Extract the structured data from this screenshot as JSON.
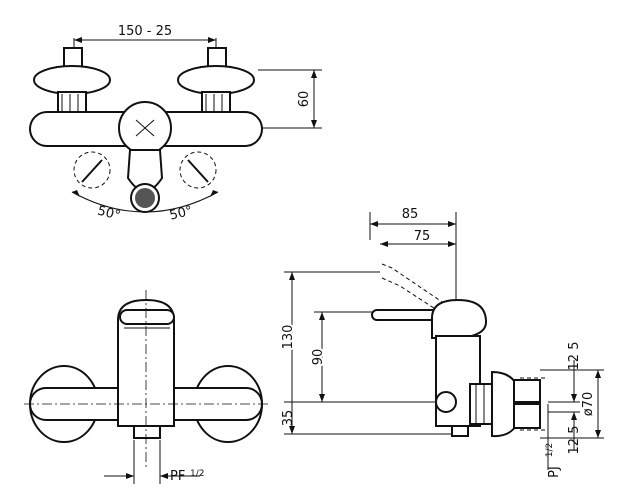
{
  "dimensions": {
    "top_width": "150 - 25",
    "top_height": "60",
    "angle_left": "50°",
    "angle_right": "50°",
    "pipe_thread": "PF",
    "pipe_thread_fraction": "1/2",
    "lever_reach_outer": "85",
    "lever_reach_inner": "75",
    "total_height": "130",
    "lever_height": "90",
    "base_height": "35",
    "flange_offset_top": "12 5",
    "flange_offset_bottom": "12 5",
    "flange_diameter": "ø70",
    "connection_thread": "PJ",
    "connection_thread_fraction": "1/2"
  }
}
